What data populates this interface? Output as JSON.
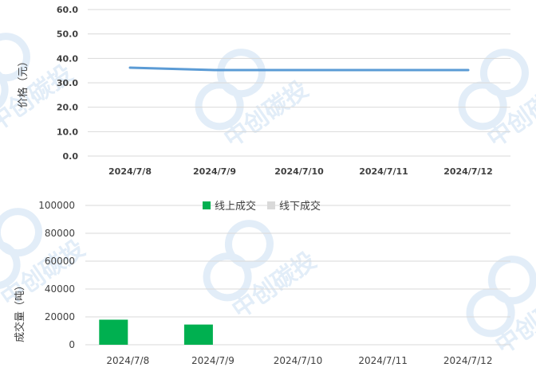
{
  "chart_data": [
    {
      "type": "line",
      "categories": [
        "2024/7/8",
        "2024/7/9",
        "2024/7/10",
        "2024/7/11",
        "2024/7/12"
      ],
      "series": [
        {
          "values": [
            36.2,
            35.2,
            35.2,
            35.2,
            35.2
          ],
          "color": "#5b9bd5"
        }
      ],
      "ylabel": "价格（元）",
      "ylim": [
        0,
        60
      ],
      "yticks": [
        "0.0",
        "10.0",
        "20.0",
        "30.0",
        "40.0",
        "50.0",
        "60.0"
      ],
      "grid": true
    },
    {
      "type": "bar",
      "categories": [
        "2024/7/8",
        "2024/7/9",
        "2024/7/10",
        "2024/7/11",
        "2024/7/12"
      ],
      "series": [
        {
          "name": "线上成交",
          "values": [
            18000,
            14500,
            0,
            0,
            0
          ],
          "color": "#00b050"
        },
        {
          "name": "线下成交",
          "values": [
            0,
            0,
            0,
            0,
            0
          ],
          "color": "#d9d9d9"
        }
      ],
      "ylabel": "成交量（吨）",
      "ylim": [
        0,
        100000
      ],
      "yticks": [
        "0",
        "20000",
        "40000",
        "60000",
        "80000",
        "100000"
      ],
      "legend": "top-center",
      "grid": true
    }
  ],
  "watermark": "中创碳投"
}
